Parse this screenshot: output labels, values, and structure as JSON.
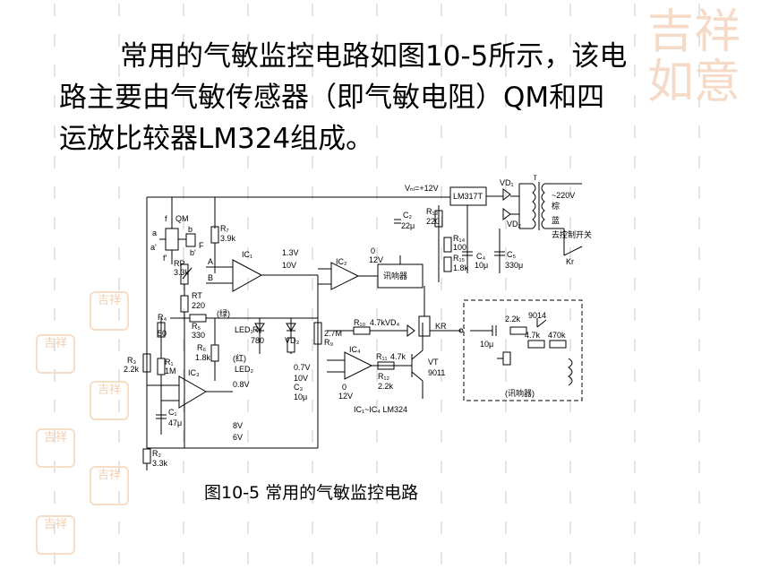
{
  "paragraph": {
    "line1": "常用的气敏监控电路如图10-5所示，该电",
    "line2": "路主要由气敏传感器（即气敏电阻）QM和四",
    "line3": "运放比较器LM324组成。"
  },
  "caption": "图10-5  常用的气敏监控电路",
  "circuit": {
    "vcc": "Vₙₗ=+12V",
    "regulator": "LM317T",
    "transformer": "T",
    "ac_voltage": "~220V",
    "wire_brown": "棕",
    "wire_blue": "蓝",
    "to_switch": "去控制开关",
    "relay_contact": "Kr",
    "relay": "KR",
    "sensor": "QM",
    "buzzer_box": "讯响器",
    "buzzer_label": "(讯响器)",
    "ic_note": "IC₁~IC₄ LM324",
    "led1": "(绿)",
    "led2": "(红)",
    "led1_name": "LED₁",
    "led2_name": "LED₂",
    "transistor_vt": "VT",
    "transistor_vt_model": "9011",
    "transistor_osc": "9014",
    "v_13": "1.3V",
    "v_10": "10V",
    "v_08": "0.8V",
    "v_07": "0.7V",
    "v_10b": "10V",
    "v_0a": "0",
    "v_12a": "12V",
    "v_0b": "0",
    "v_12b": "12V",
    "v_8": "8V",
    "v_6": "6V",
    "ic1": "IC₁",
    "ic2": "IC₂",
    "ic3": "IC₃",
    "ic4": "IC₄",
    "r7": "R₇",
    "r7v": "3.9k",
    "rp": "RP",
    "rpv": "3.3k",
    "rt": "RT",
    "rtv": "220",
    "r4": "R₄",
    "r4v": "50",
    "r5": "R₅",
    "r5v": "330",
    "r6": "R₆",
    "r6v": "1.8k",
    "r8": "R₈",
    "r8v": "780",
    "r9": "R₉",
    "r9v": "2.7M",
    "r1": "R₁",
    "r1v": "1M",
    "r2": "R₂",
    "r2v": "3.3k",
    "r3": "R₃",
    "r3v": "2.2k",
    "r10": "R₁₀",
    "r10v": "4.7k",
    "r11": "R₁₁",
    "r11v": "4.7k",
    "r12": "R₁₂",
    "r12v": "2.2k",
    "r13": "R₁₃",
    "r13v": "220",
    "r14": "R₁₄",
    "r14v": "100",
    "r15": "R₁₅",
    "r15v": "1.8k",
    "c1": "C₁",
    "c1v": "47μ",
    "c2": "C₂",
    "c2v": "22μ",
    "c3": "C₃",
    "c3v": "10μ",
    "c4": "C₄",
    "c4v": "10μ",
    "c5": "C₅",
    "c5v": "330μ",
    "vd1": "VD₁",
    "vd2": "VD₂",
    "vd3": "VD₃",
    "vd4": "VD₄",
    "osc_r1": "2.2k",
    "osc_r2": "4.7k",
    "osc_r3": "470k",
    "osc_c": "10μ",
    "label_a": "a",
    "label_a2": "a'",
    "label_b": "b",
    "label_b2": "b'",
    "label_f": "f",
    "label_f2": "f'",
    "label_F": "F",
    "label_A": "A",
    "label_B": "B"
  },
  "seals": {
    "big": "吉祥如意",
    "small": "吉祥"
  }
}
